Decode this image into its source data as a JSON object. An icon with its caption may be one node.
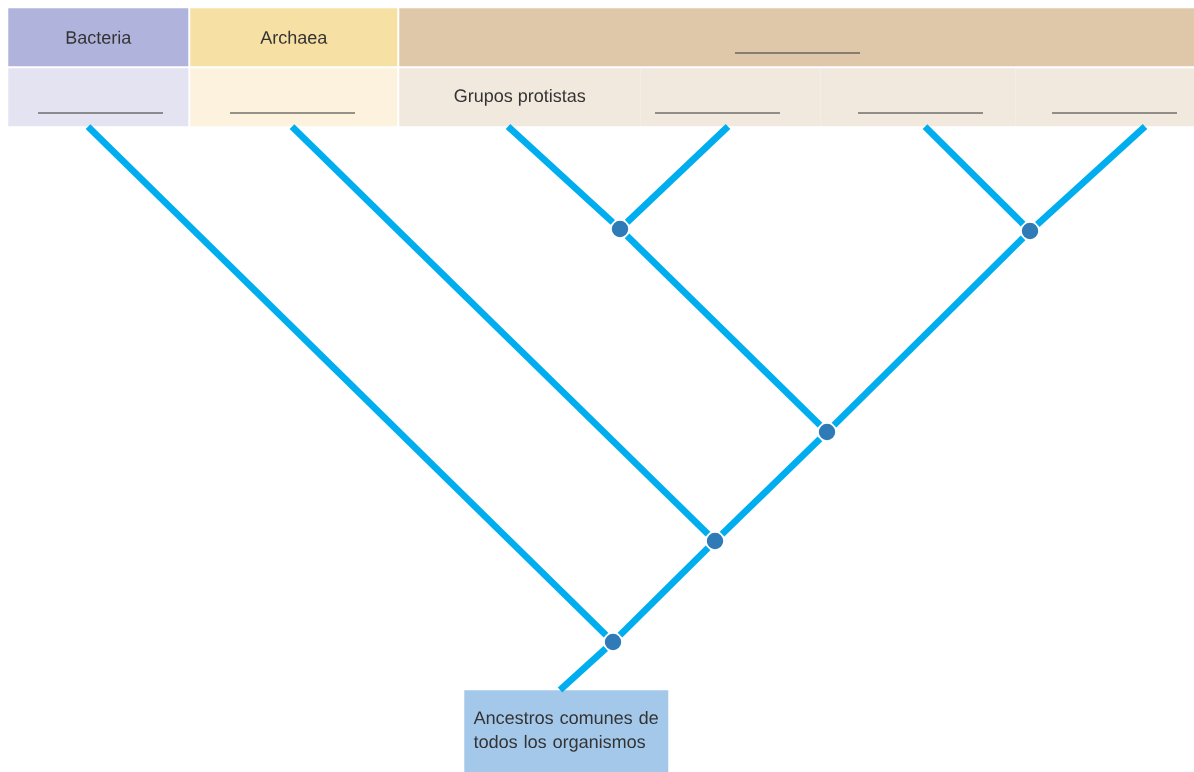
{
  "diagram": {
    "nodes": [
      {
        "text": [
          "Bacteria"
        ]
      },
      {
        "text": [
          "Archaea"
        ]
      },
      {
        "text": [],
        "shape": "box"
      },
      {
        "text": [],
        "shape": "box"
      },
      {
        "text": [],
        "shape": "box"
      },
      {
        "text": [
          "Grupos protistas"
        ]
      },
      {
        "text": [],
        "shape": "box"
      },
      {
        "text": [],
        "shape": "box"
      },
      {
        "text": [],
        "shape": "box"
      },
      {
        "text": [
          "Ancestros comunes de todos los organismos"
        ]
      },
      {
        "text": [],
        "shape": "circle"
      },
      {
        "text": [],
        "shape": "circle"
      },
      {
        "text": [],
        "shape": "circle"
      },
      {
        "text": [],
        "shape": "circle"
      },
      {
        "text": [],
        "shape": "circle"
      }
    ],
    "edges": [
      {
        "from": 9,
        "to": 10,
        "arrow": "none"
      },
      {
        "from": 10,
        "to": 3,
        "arrow": "none"
      },
      {
        "from": 10,
        "to": 11,
        "arrow": "none"
      },
      {
        "from": 11,
        "to": 4,
        "arrow": "none"
      },
      {
        "from": 11,
        "to": 12,
        "arrow": "none"
      },
      {
        "from": 12,
        "to": 13,
        "arrow": "none"
      },
      {
        "from": 12,
        "to": 14,
        "arrow": "none"
      },
      {
        "from": 13,
        "to": 5,
        "arrow": "none"
      },
      {
        "from": 13,
        "to": 6,
        "arrow": "none"
      },
      {
        "from": 14,
        "to": 7,
        "arrow": "none"
      },
      {
        "from": 14,
        "to": 8,
        "arrow": "none"
      }
    ]
  }
}
